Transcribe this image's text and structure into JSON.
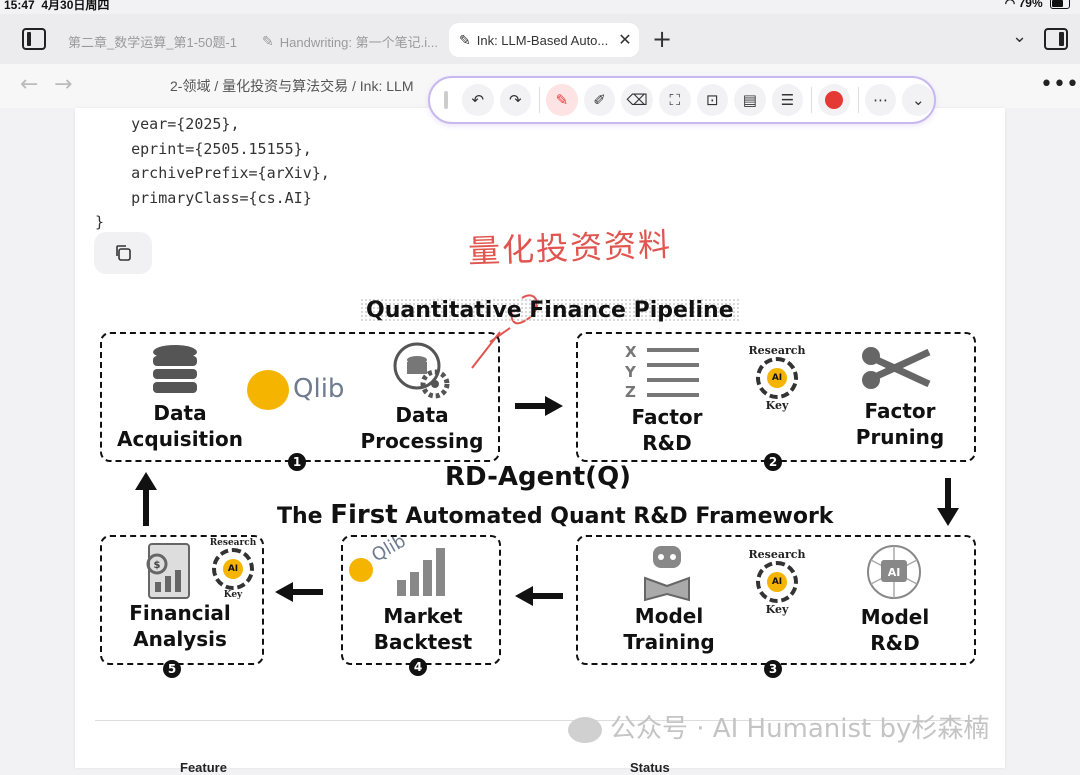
{
  "status": {
    "time": "15:47",
    "date": "4月30日周四",
    "battery": "79%"
  },
  "tabs": [
    {
      "label": "第二章_数学运算_第1-50题-1"
    },
    {
      "label": "Handwriting: 第一个笔记.i..."
    },
    {
      "label": "Ink: LLM-Based Auto..."
    }
  ],
  "breadcrumb": "2-领域 / 量化投资与算法交易 / Ink: LLM",
  "code_lines": [
    "    year={2025},",
    "    eprint={2505.15155},",
    "    archivePrefix={arXiv},",
    "    primaryClass={cs.AI}",
    "}"
  ],
  "handwriting": "量化投资资料",
  "figure": {
    "title": "Quantitative Finance Pipeline",
    "main": "RD-Agent(Q)",
    "subtitle_pre": "The ",
    "subtitle_first": "First",
    "subtitle_post": " Automated Quant R&D Framework",
    "qlib": "Qlib",
    "research": "Research",
    "key": "Key",
    "ai": "AI",
    "xyz": "X\nY\nZ",
    "labels": {
      "data_acq": "Data\nAcquisition",
      "data_proc": "Data\nProcessing",
      "factor_rd": "Factor\nR&D",
      "factor_pruning": "Factor\nPruning",
      "model_training": "Model\nTraining",
      "model_rd": "Model\nR&D",
      "market_backtest": "Market\nBacktest",
      "financial_analysis": "Financial\nAnalysis"
    },
    "steps": [
      "1",
      "2",
      "3",
      "4",
      "5"
    ]
  },
  "footer": {
    "col1": "Feature",
    "col2": "Status"
  },
  "watermark": "公众号 · AI Humanist by杉森楠"
}
